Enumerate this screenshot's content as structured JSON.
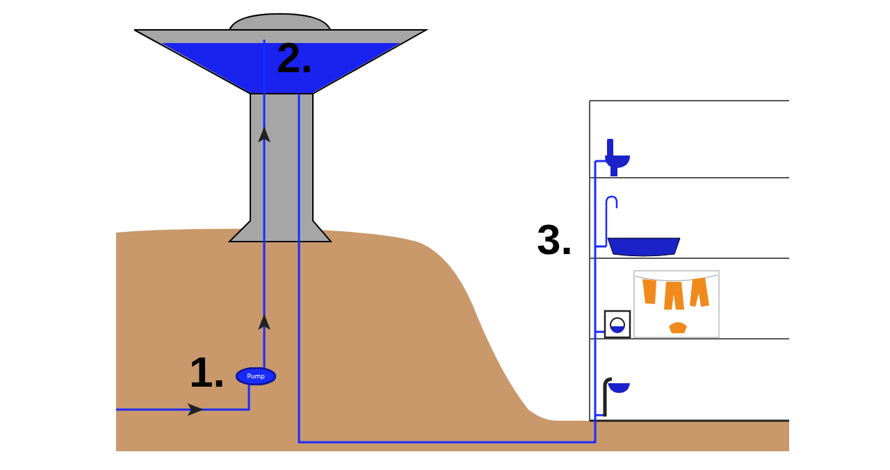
{
  "diagram": {
    "nodes": [
      {
        "text": [
          "Pump"
        ]
      }
    ],
    "labels": [
      "1.",
      "2.",
      "3."
    ]
  }
}
